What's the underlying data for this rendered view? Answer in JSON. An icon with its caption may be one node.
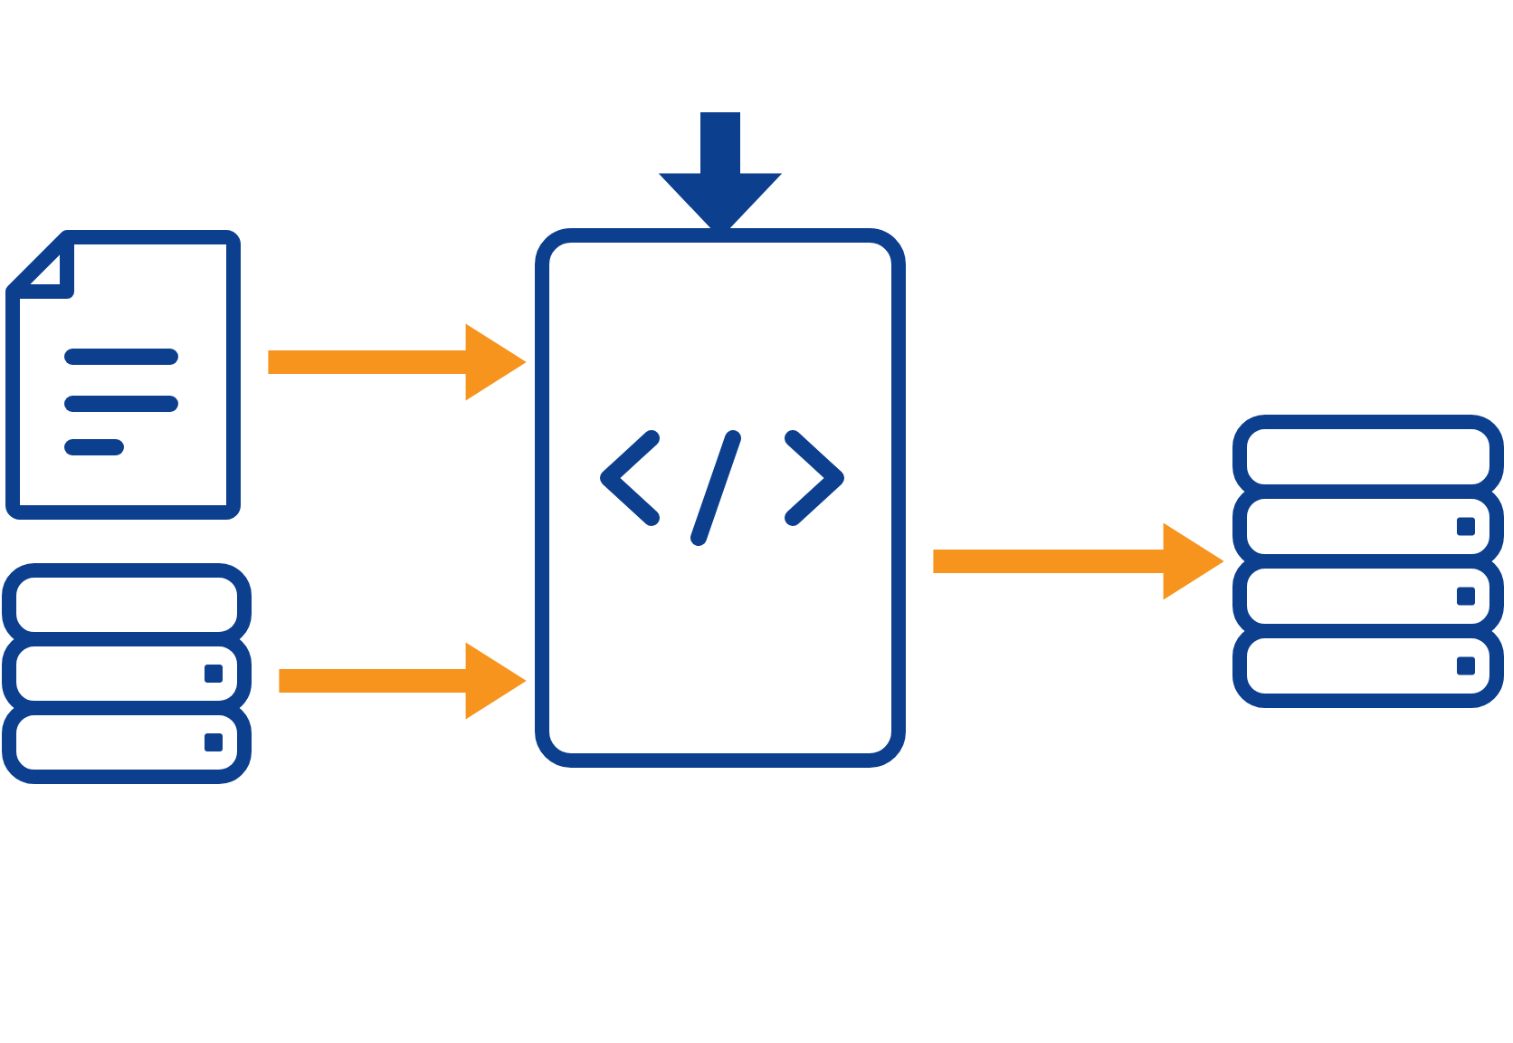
{
  "diagram": {
    "nodes": [
      {
        "text": [],
        "shape": "document"
      },
      {
        "text": [],
        "shape": "cylinder"
      },
      {
        "text": [],
        "shape": "box"
      },
      {
        "text": [],
        "shape": "cylinder"
      }
    ],
    "edges": [
      {
        "from": 0,
        "to": 2,
        "arrow": "to"
      },
      {
        "from": 1,
        "to": 2,
        "arrow": "to"
      },
      {
        "from": 2,
        "to": 3,
        "arrow": "to"
      },
      {
        "from": null,
        "to": 2,
        "arrow": "to",
        "color": "#0d3f8f"
      }
    ]
  }
}
